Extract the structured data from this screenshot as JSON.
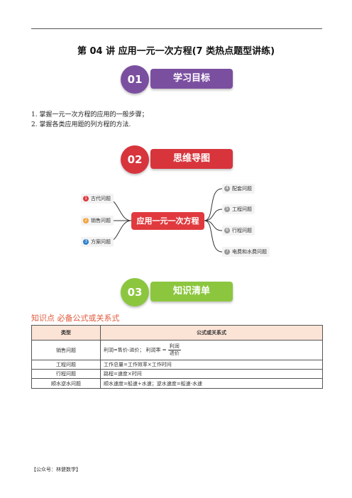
{
  "doc": {
    "title": "第 04 讲  应用一元一次方程(7 类热点题型讲练)"
  },
  "banners": [
    {
      "num": "01",
      "label": "学习目标",
      "color": "#7b4fa0"
    },
    {
      "num": "02",
      "label": "思维导图",
      "color": "#d7343c"
    },
    {
      "num": "03",
      "label": "知识清单",
      "color": "#8cc63f"
    }
  ],
  "goals": [
    "1. 掌握一元一次方程的应用的一般步骤；",
    "2. 掌握各类应用题的列方程的方法."
  ],
  "mindmap": {
    "center": "应用一元一次方程",
    "left": [
      {
        "num": "1",
        "label": "古代问题",
        "color": "#e03a3e"
      },
      {
        "num": "2",
        "label": "销售问题",
        "color": "#f3a33a"
      },
      {
        "num": "3",
        "label": "方案问题",
        "color": "#2f7fc8"
      }
    ],
    "right": [
      {
        "num": "4",
        "label": "配套问题",
        "color": "#999999"
      },
      {
        "num": "5",
        "label": "工程问题",
        "color": "#999999"
      },
      {
        "num": "6",
        "label": "行程问题",
        "color": "#999999"
      },
      {
        "num": "7",
        "label": "电费和水费问题",
        "color": "#999999"
      }
    ]
  },
  "knowledge": {
    "heading": "知识点  必备公式或关系式",
    "headers": [
      "类型",
      "公式或关系式"
    ],
    "rows": [
      {
        "type": "销售问题",
        "formula": "利润=售价-进价；  利润率 =",
        "frac_num": "利润",
        "frac_den": "进价"
      },
      {
        "type": "工程问题",
        "formula": "工作总量=工作效率×工作时间"
      },
      {
        "type": "行程问题",
        "formula": "路程=速度×时间"
      },
      {
        "type": "顺水逆水问题",
        "formula": "顺水速度=船速+水速；逆水速度=船速-水速"
      }
    ]
  },
  "footer": "【公众号：林健数学】"
}
